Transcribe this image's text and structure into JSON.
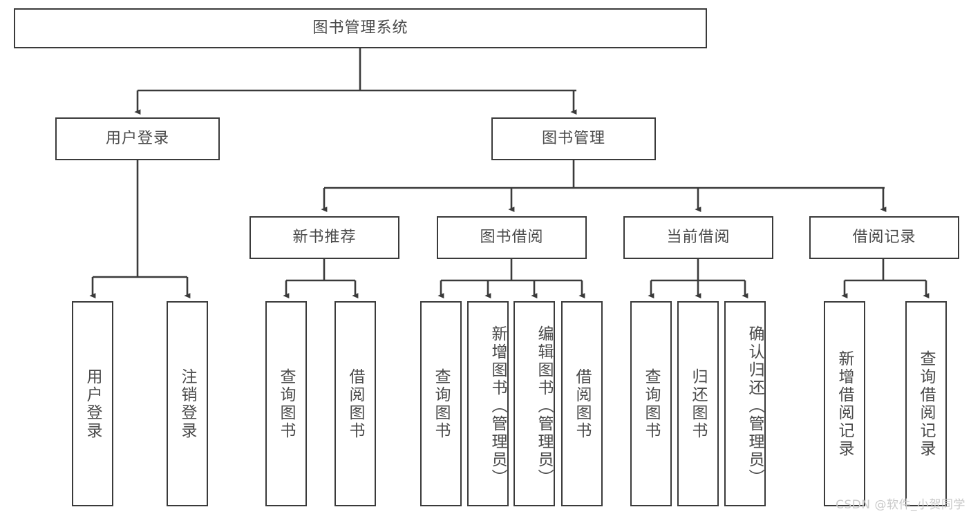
{
  "diagram": {
    "title": "图书管理系统",
    "type": "tree",
    "watermark": "CSDN @软件_小贺同学",
    "colors": {
      "box_border": "#3a3a3a",
      "box_fill": "#ffffff",
      "text": "#4a4a4a",
      "edge": "#3a3a3a",
      "background": "#ffffff",
      "watermark": "#c9c9c9"
    },
    "levels": {
      "root": {
        "label": "图书管理系统"
      },
      "level2": [
        {
          "label": "用户登录"
        },
        {
          "label": "图书管理"
        }
      ],
      "level3": [
        {
          "label": "新书推荐",
          "parent": "图书管理"
        },
        {
          "label": "图书借阅",
          "parent": "图书管理"
        },
        {
          "label": "当前借阅",
          "parent": "图书管理"
        },
        {
          "label": "借阅记录",
          "parent": "图书管理"
        }
      ],
      "leaves": [
        {
          "label": "用户登录",
          "parent": "用户登录"
        },
        {
          "label": "注销登录",
          "parent": "用户登录"
        },
        {
          "label": "查询图书",
          "parent": "新书推荐"
        },
        {
          "label": "借阅图书",
          "parent": "新书推荐"
        },
        {
          "label": "查询图书",
          "parent": "图书借阅"
        },
        {
          "label": "新增图书（管理员）",
          "parent": "图书借阅"
        },
        {
          "label": "编辑图书（管理员）",
          "parent": "图书借阅"
        },
        {
          "label": "借阅图书",
          "parent": "图书借阅"
        },
        {
          "label": "查询图书",
          "parent": "当前借阅"
        },
        {
          "label": "归还图书",
          "parent": "当前借阅"
        },
        {
          "label": "确认归还（管理员）",
          "parent": "当前借阅"
        },
        {
          "label": "新增借阅记录",
          "parent": "借阅记录"
        },
        {
          "label": "查询借阅记录",
          "parent": "借阅记录"
        }
      ]
    }
  }
}
